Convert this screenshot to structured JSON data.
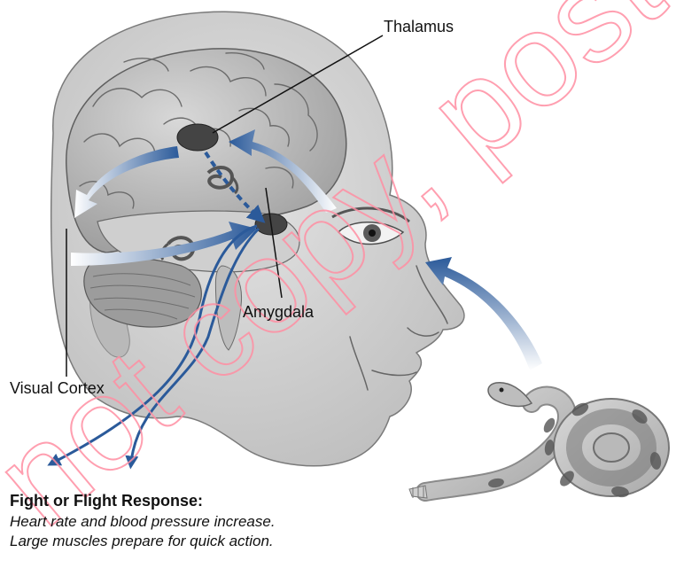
{
  "labels": {
    "thalamus": "Thalamus",
    "amygdala": "Amygdala",
    "visual_cortex": "Visual Cortex"
  },
  "response": {
    "title": "Fight or Flight Response:",
    "text": "Heart rate and blood pressure increase. Large muscles prepare for quick action."
  },
  "watermark": {
    "text": "not copy, post,"
  },
  "colors": {
    "arrow_blue": "#2b5a9a",
    "arrow_light": "#c9d5e8",
    "skin": "#d6d6d6",
    "brain": "#c6c6c6",
    "outline": "#6a6a6a",
    "nucleus": "#444444"
  }
}
